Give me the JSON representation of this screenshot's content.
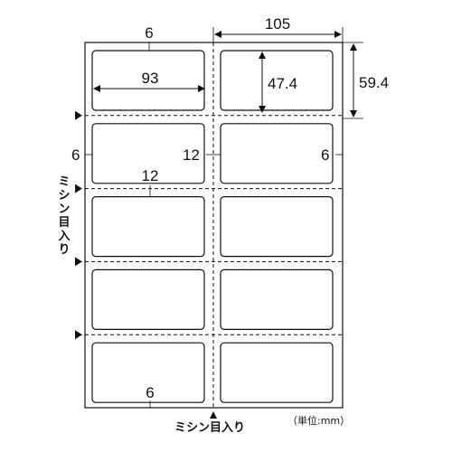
{
  "dimensions": {
    "top_margin": "6",
    "label_width": "93",
    "column_width": "105",
    "label_height": "47.4",
    "row_height": "59.4",
    "left_margin": "6",
    "gutter": "12",
    "right_margin": "6",
    "row_gap": "12",
    "bottom_margin": "6"
  },
  "perforation_label": "ミシン目入り",
  "unit_label": "（単位:mm）",
  "layout": {
    "columns": 2,
    "rows": 5
  }
}
